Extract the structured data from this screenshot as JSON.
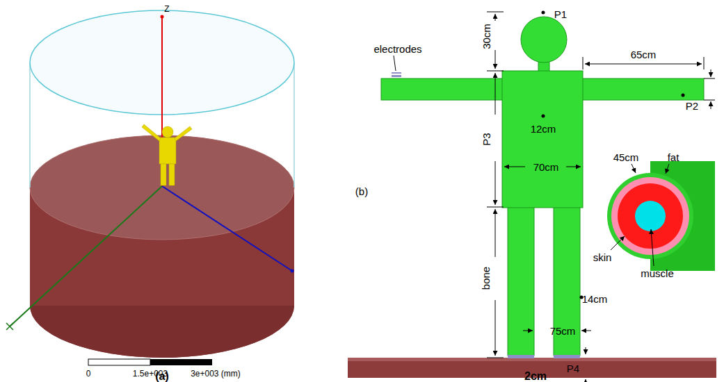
{
  "diagram": {
    "labels": [
      "Z",
      "0",
      "1.5e+003",
      "3e+003 (mm)",
      "(a)",
      "P1",
      "30cm",
      "electrodes",
      "65cm",
      "P2",
      "12cm",
      "P3",
      "70cm",
      "45cm",
      "fat",
      "skin",
      "muscle",
      "bone",
      "75cm",
      "14cm",
      "P4",
      "2cm",
      "(b)"
    ]
  }
}
